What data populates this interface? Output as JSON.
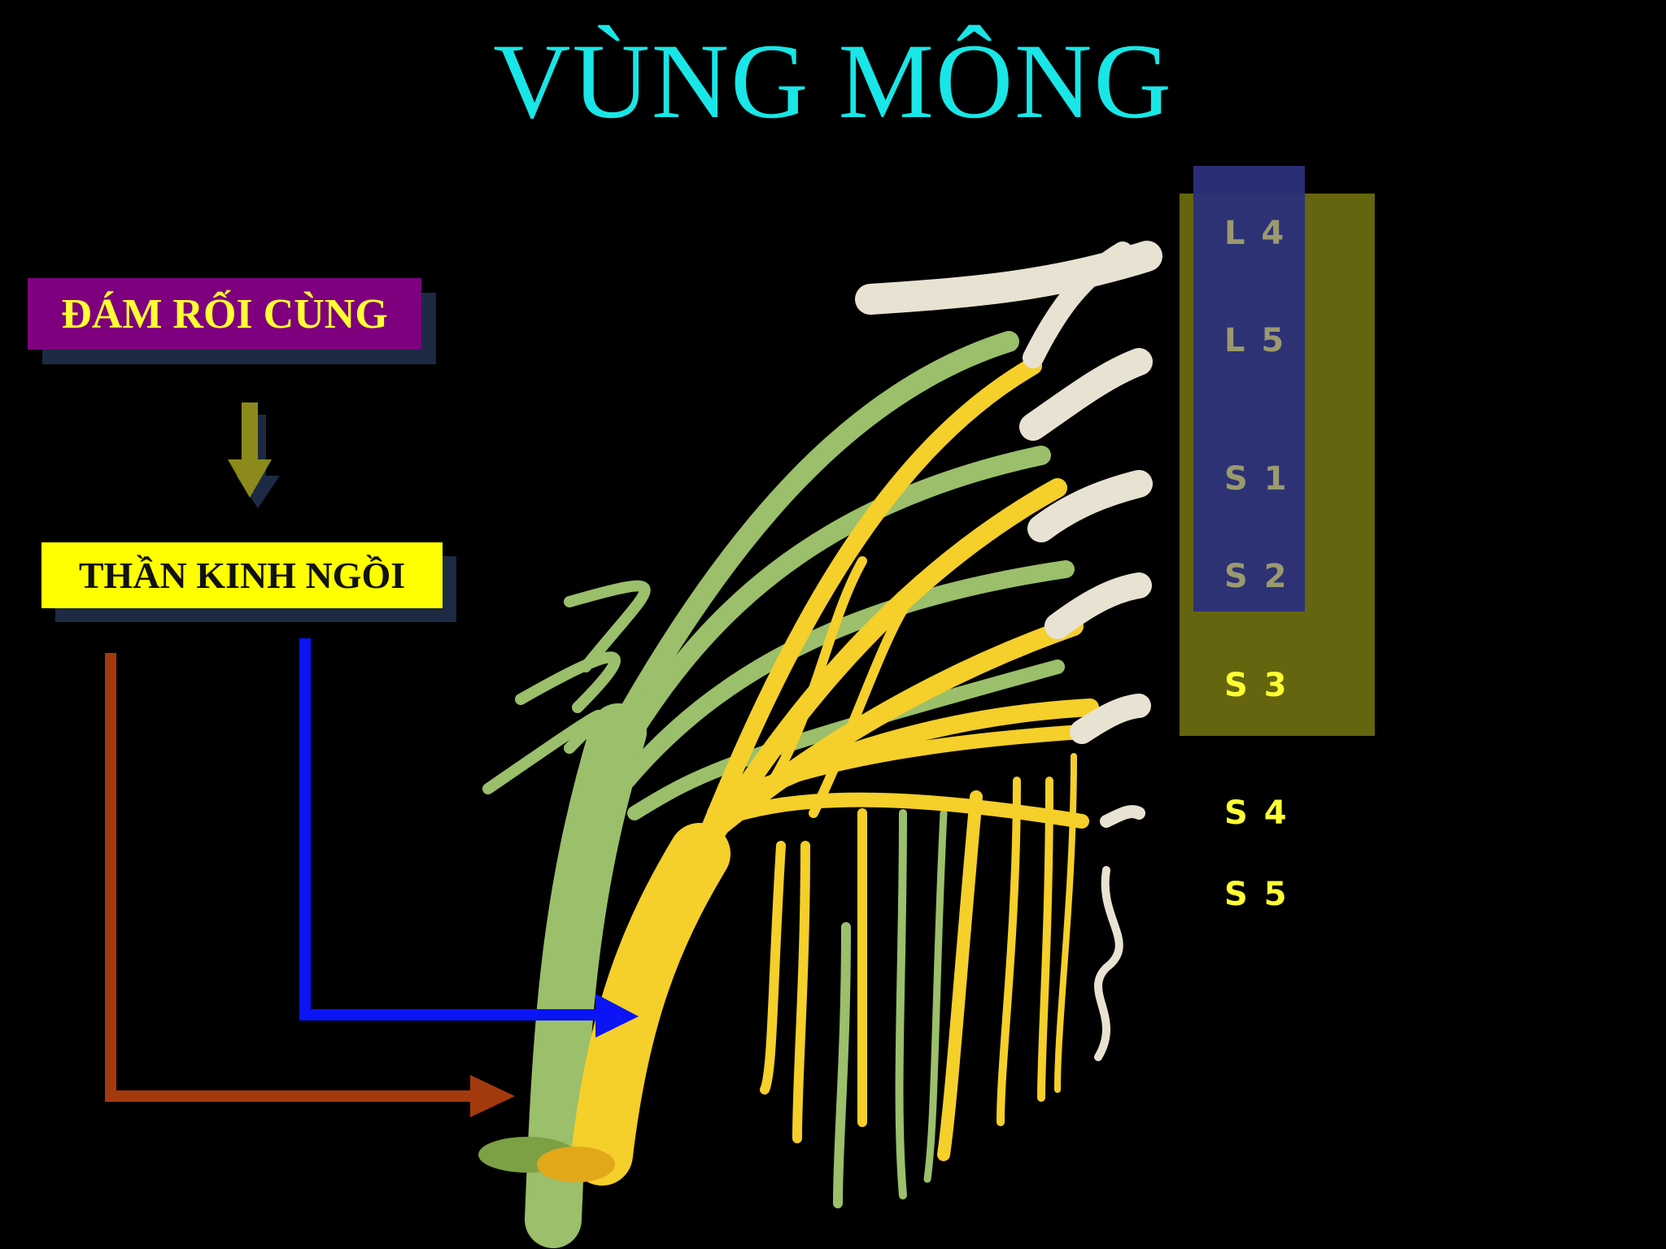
{
  "title": "VÙNG MÔNG",
  "boxes": {
    "plexus": "ĐÁM RỐI CÙNG",
    "sciatic": "THẦN KINH NGỒI"
  },
  "levels": [
    {
      "label": "L 4",
      "color": "#9a9a6e"
    },
    {
      "label": "L 5",
      "color": "#9a9a6e"
    },
    {
      "label": "S 1",
      "color": "#9a9a6e"
    },
    {
      "label": "S 2",
      "color": "#9a9a6e"
    },
    {
      "label": "S 3",
      "color": "#ffff33"
    },
    {
      "label": "S 4",
      "color": "#ffff33"
    },
    {
      "label": "S 5",
      "color": "#ffff33"
    }
  ],
  "colors": {
    "title": "#19e6e6",
    "nerve_yellow": "#f5cf2a",
    "nerve_green": "#9bbf6a",
    "root_white": "#e8e2d2",
    "arrow_blue": "#0a14f5",
    "arrow_brown": "#a33a0d",
    "arrow_olive": "#8c8a1a",
    "band_blue": "#2a2f7a",
    "band_olive": "#6a6a10"
  }
}
